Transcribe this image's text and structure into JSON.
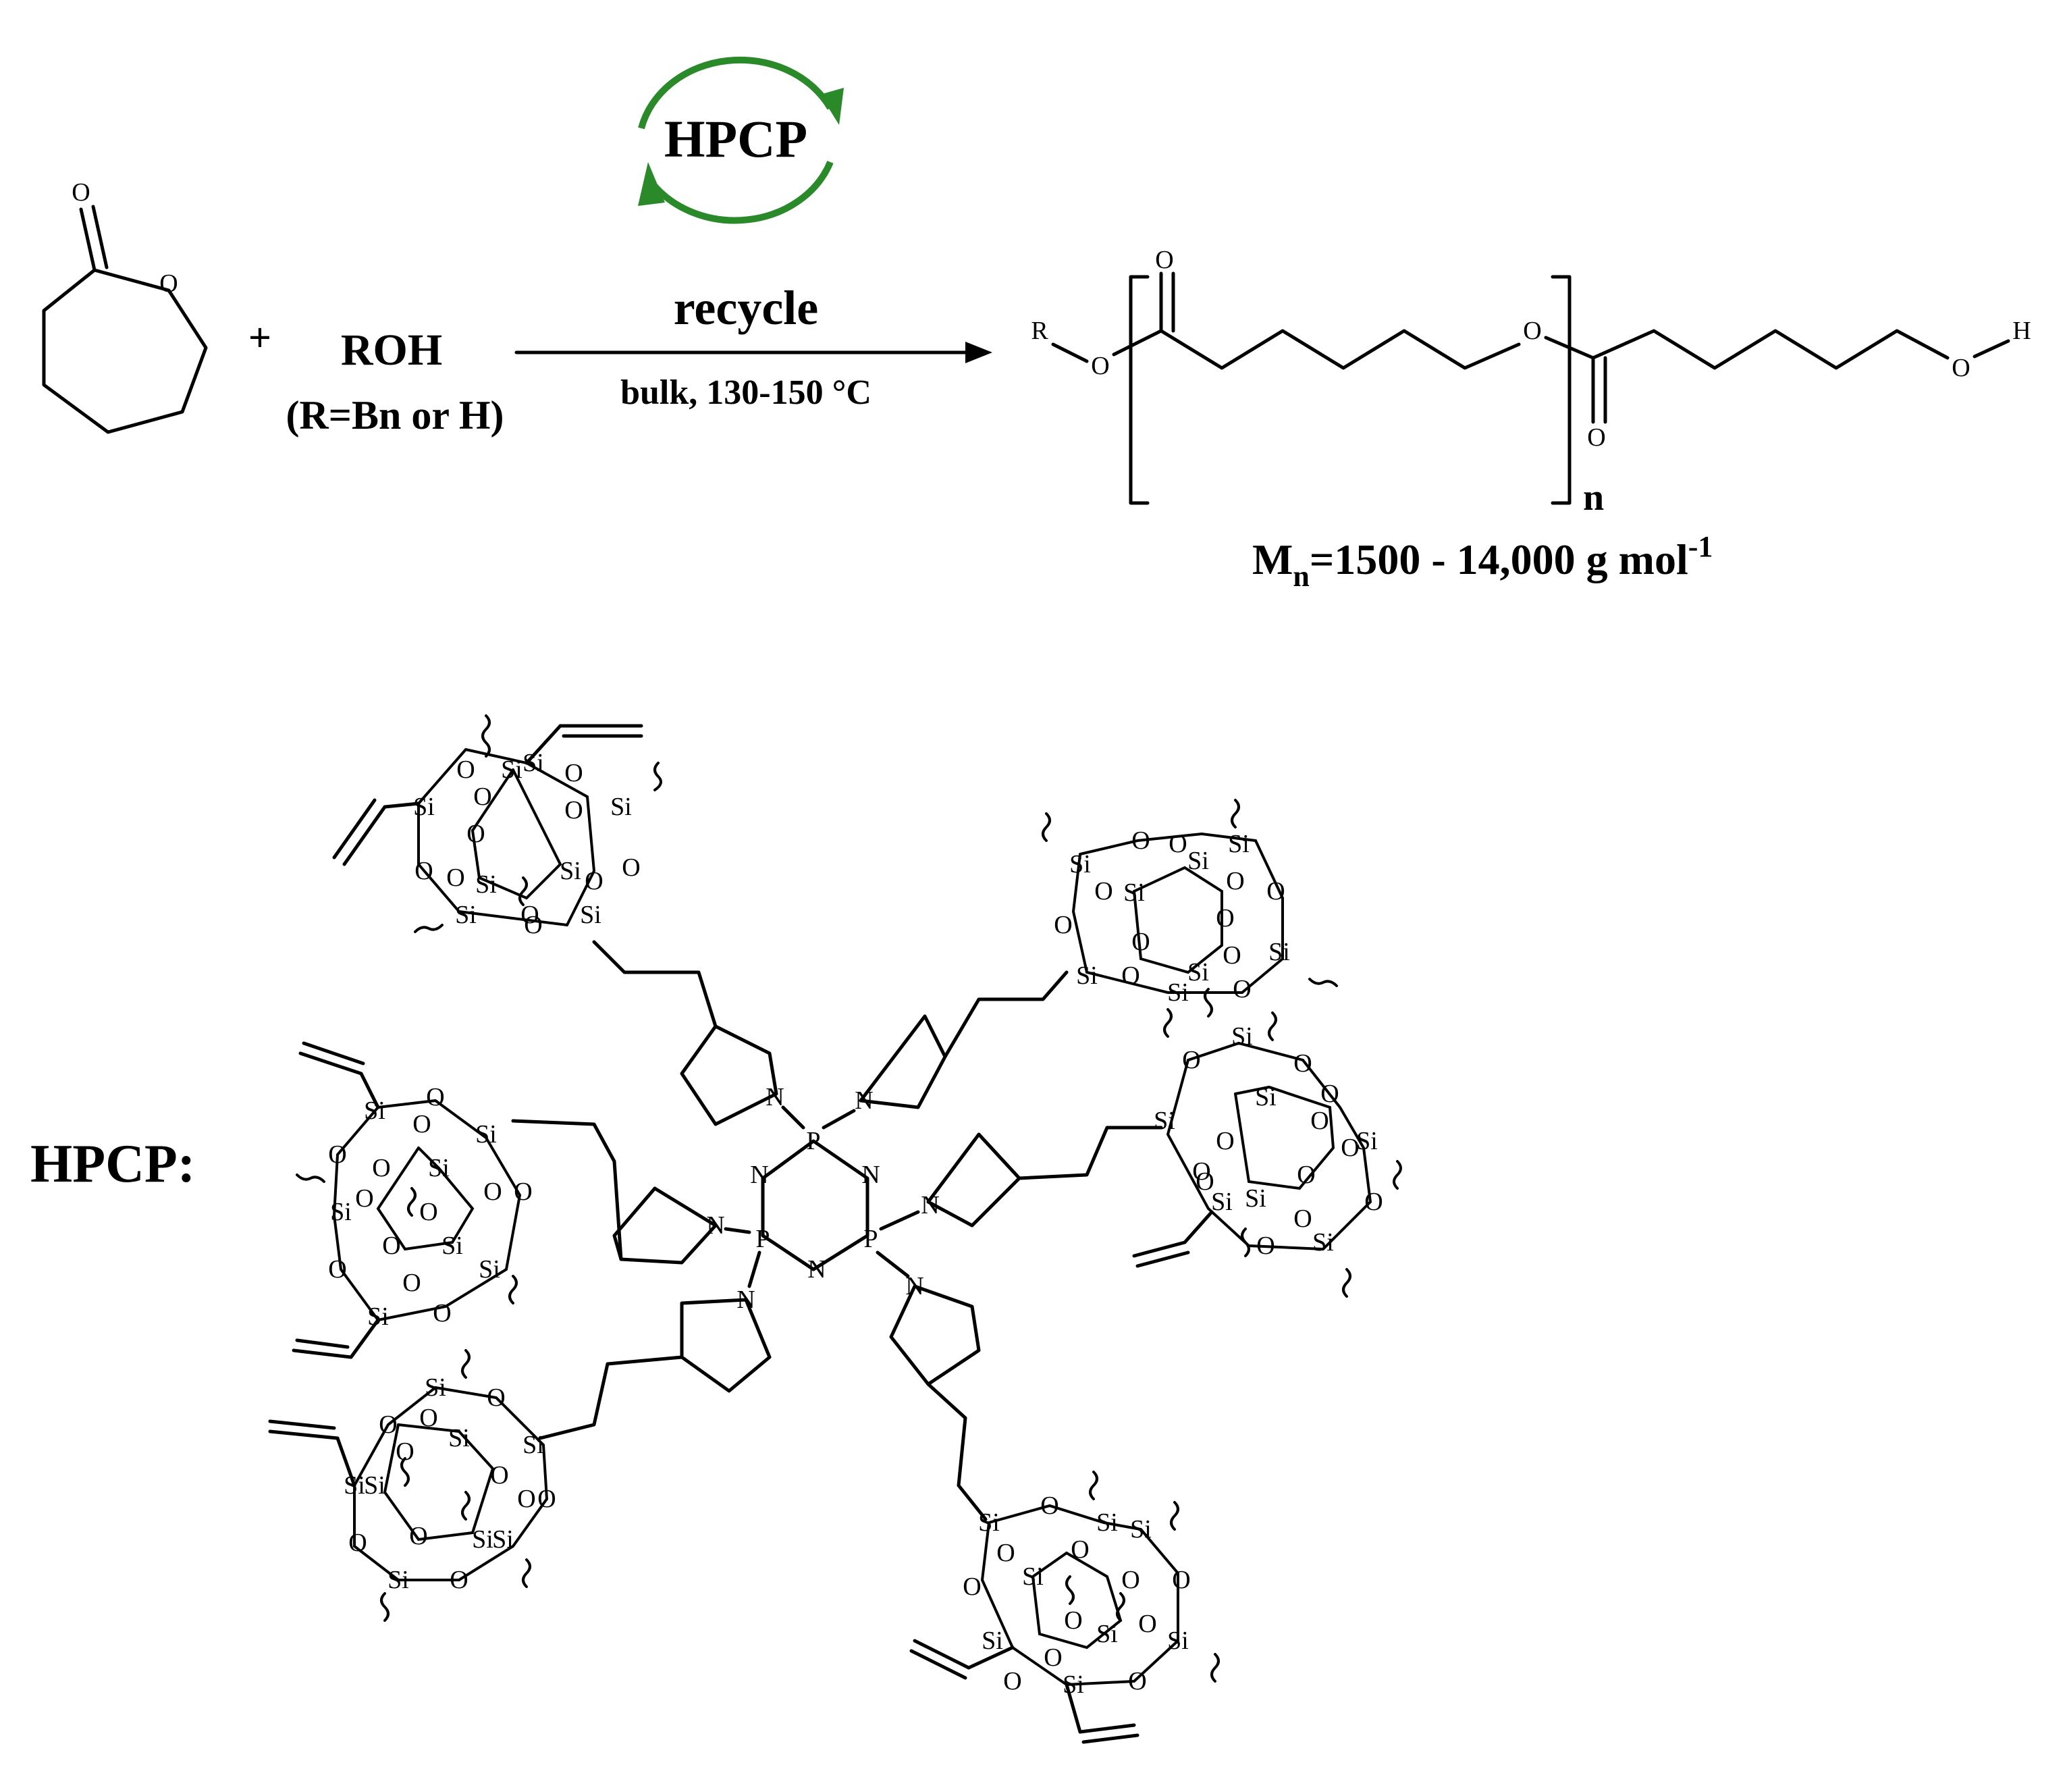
{
  "scheme": {
    "plus_sign": "+",
    "alcohol_label": "ROH",
    "alcohol_note": "(R=Bn or H)",
    "catalyst_label": "HPCP",
    "recycle_label": "recycle",
    "conditions": "bulk, 130-150 °C",
    "repeat_index": "n",
    "mn_prefix": "M",
    "mn_subscript": "n",
    "mn_value": "=1500 - 14,000 g mol",
    "mn_superscript": "-1",
    "hpcp_heading": "HPCP:"
  },
  "atoms": {
    "oxygen": "O",
    "silicon": "Si",
    "nitrogen": "N",
    "phosphorus": "P",
    "r_group": "R",
    "hydrogen": "H"
  },
  "colors": {
    "recycle_arrow": "#2a8a2a",
    "ink": "#000000"
  }
}
